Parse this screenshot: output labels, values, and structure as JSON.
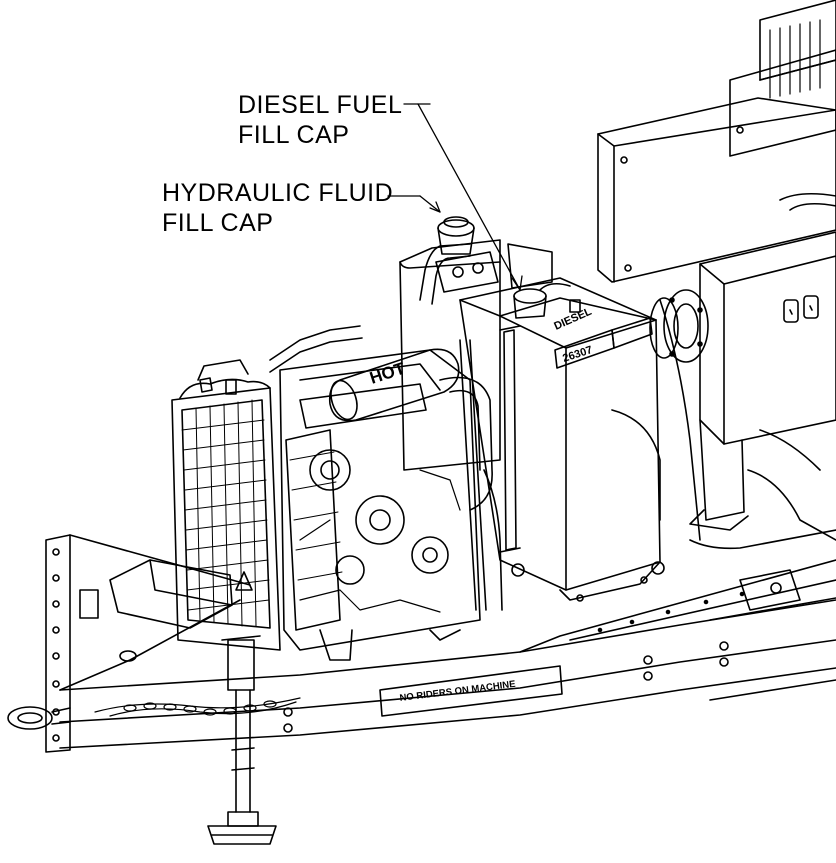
{
  "callouts": {
    "diesel_fuel_fill_cap": {
      "line1": "DIESEL FUEL",
      "line2": "FILL CAP"
    },
    "hydraulic_fluid_fill_cap": {
      "line1": "HYDRAULIC FLUID",
      "line2": "FILL CAP"
    }
  },
  "decals": {
    "hot": "HOT",
    "tank_part_number": "26307",
    "tank_label": "DIESEL",
    "no_riders": "NO RIDERS ON MACHINE"
  },
  "colors": {
    "line": "#000000",
    "background": "#ffffff"
  }
}
